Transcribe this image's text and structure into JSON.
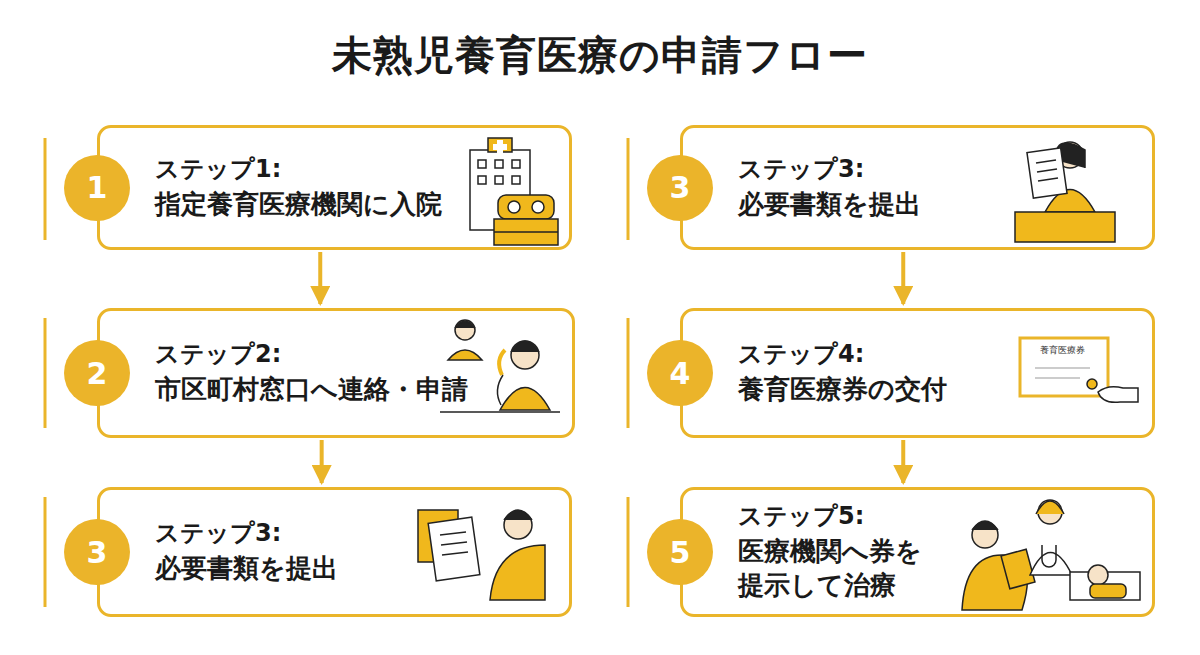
{
  "diagram": {
    "title": "未熟児養育医療の申請フロー",
    "nodes": [
      {
        "text": [
          "ステップ1:",
          "指定養育医療機関に入院"
        ]
      },
      {
        "text": [
          "1"
        ],
        "in": 0
      },
      {
        "text": [
          "ステップ2:",
          "市区町村窓口へ連絡・申請"
        ]
      },
      {
        "text": [
          "2"
        ],
        "in": 2
      },
      {
        "text": [
          "ステップ3:",
          "必要書類を提出"
        ]
      },
      {
        "text": [
          "3"
        ],
        "in": 4
      },
      {
        "text": [
          "ステップ3:",
          "必要書類を提出"
        ]
      },
      {
        "text": [
          "3"
        ],
        "in": 6
      },
      {
        "text": [
          "ステップ4:",
          "養育医療券の交付"
        ]
      },
      {
        "text": [
          "4"
        ],
        "in": 8
      },
      {
        "text": [
          "ステップ5:",
          "医療機関へ券を 提示して治療"
        ]
      },
      {
        "text": [
          "5"
        ],
        "in": 10
      }
    ],
    "edges": [
      {
        "from": 0,
        "to": 2,
        "arrow": "to"
      },
      {
        "from": 2,
        "to": 4,
        "arrow": "to"
      },
      {
        "from": 6,
        "to": 8,
        "arrow": "to"
      },
      {
        "from": 8,
        "to": 10,
        "arrow": "to"
      }
    ],
    "labels": [
      "養育医療券"
    ]
  }
}
